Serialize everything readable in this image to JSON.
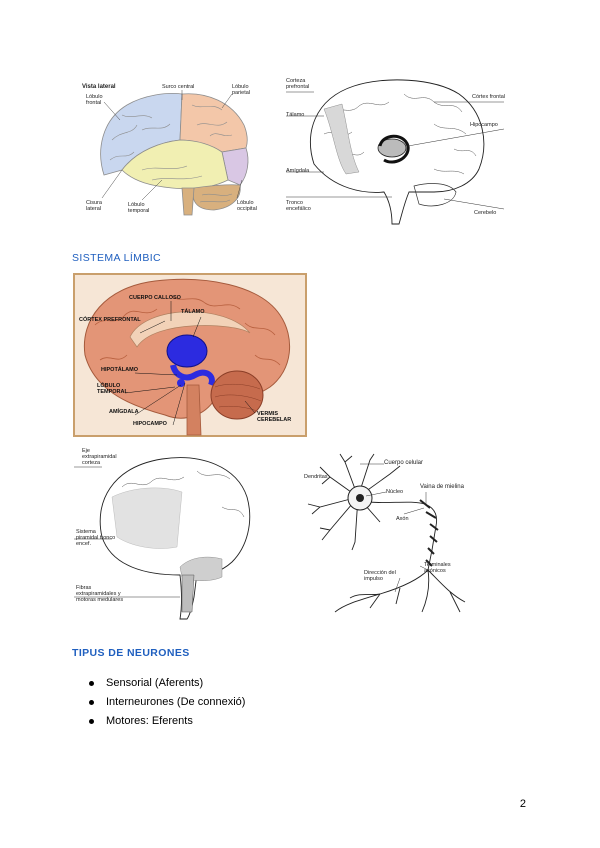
{
  "figure_lateral": {
    "title": "Vista lateral",
    "labels": {
      "lobulo_frontal": "Lóbulo frontal",
      "surco_central": "Surco central",
      "lobulo_parietal": "Lóbulo parietal",
      "cisura_lateral": "Cisura lateral",
      "lobulo_temporal": "Lóbulo temporal",
      "lobulo_occipital": "Lóbulo occipital"
    },
    "colors": {
      "frontal": "#c9d7ef",
      "parietal": "#f3c7a9",
      "temporal": "#f1efb2",
      "occipital": "#d9c7e4",
      "cerebellum": "#d8b07e"
    }
  },
  "figure_sagittal": {
    "labels": {
      "corteza_prefrontal": "Corteza prefrontal",
      "talamo": "Tálamo",
      "amigdala": "Amígdala",
      "tronco_encefalico": "Tronco encefálico",
      "cortex_frontal": "Córtex frontal",
      "hipocampo": "Hipocampo",
      "cerebelo": "Cerebelo"
    }
  },
  "section_limbic": {
    "heading": "SISTEMA LÍMBIC"
  },
  "figure_limbic": {
    "labels": {
      "cuerpo_calloso": "CUERPO CALLOSO",
      "cortex_prefrontal": "CÓRTEX PREFRONTAL",
      "talamo": "TÁLAMO",
      "hipotalamo": "HIPOTÁLAMO",
      "lobulo_temporal": "LÓBULO TEMPORAL",
      "amigdala": "AMÍGDALA",
      "hipocampo": "HIPOCAMPO",
      "vermis_cerebelar": "VERMIS CEREBELAR"
    },
    "colors": {
      "background": "#f6e6d6",
      "border": "#c99f6c",
      "brain": "#e39577",
      "limbic": "#2c2be0",
      "cerebellum": "#c66b4d"
    }
  },
  "figure_pathways": {
    "labels": {
      "eje_extrapiramidal": "Eje extrapiramidal corteza",
      "sistema_pirami": "Sistema piramidal tronco encef.",
      "fibras": "Fibras extrapiramidales y motoras medulares"
    }
  },
  "figure_neuron": {
    "labels": {
      "dendritas": "Dendritas",
      "cuerpo_celular": "Cuerpo celular",
      "nucleo": "Núcleo",
      "vaina_mielina": "Vaina de mielina",
      "axon": "Axón",
      "terminales_axonicos": "Terminales axónicos",
      "direccion_impulso": "Dirección del impulso"
    }
  },
  "section_neurons": {
    "heading": "TIPUS DE NEURONES",
    "items": [
      "Sensorial (Aferents)",
      "Interneurones (De connexió)",
      "Motores: Eferents"
    ]
  },
  "page": {
    "number": "2"
  }
}
